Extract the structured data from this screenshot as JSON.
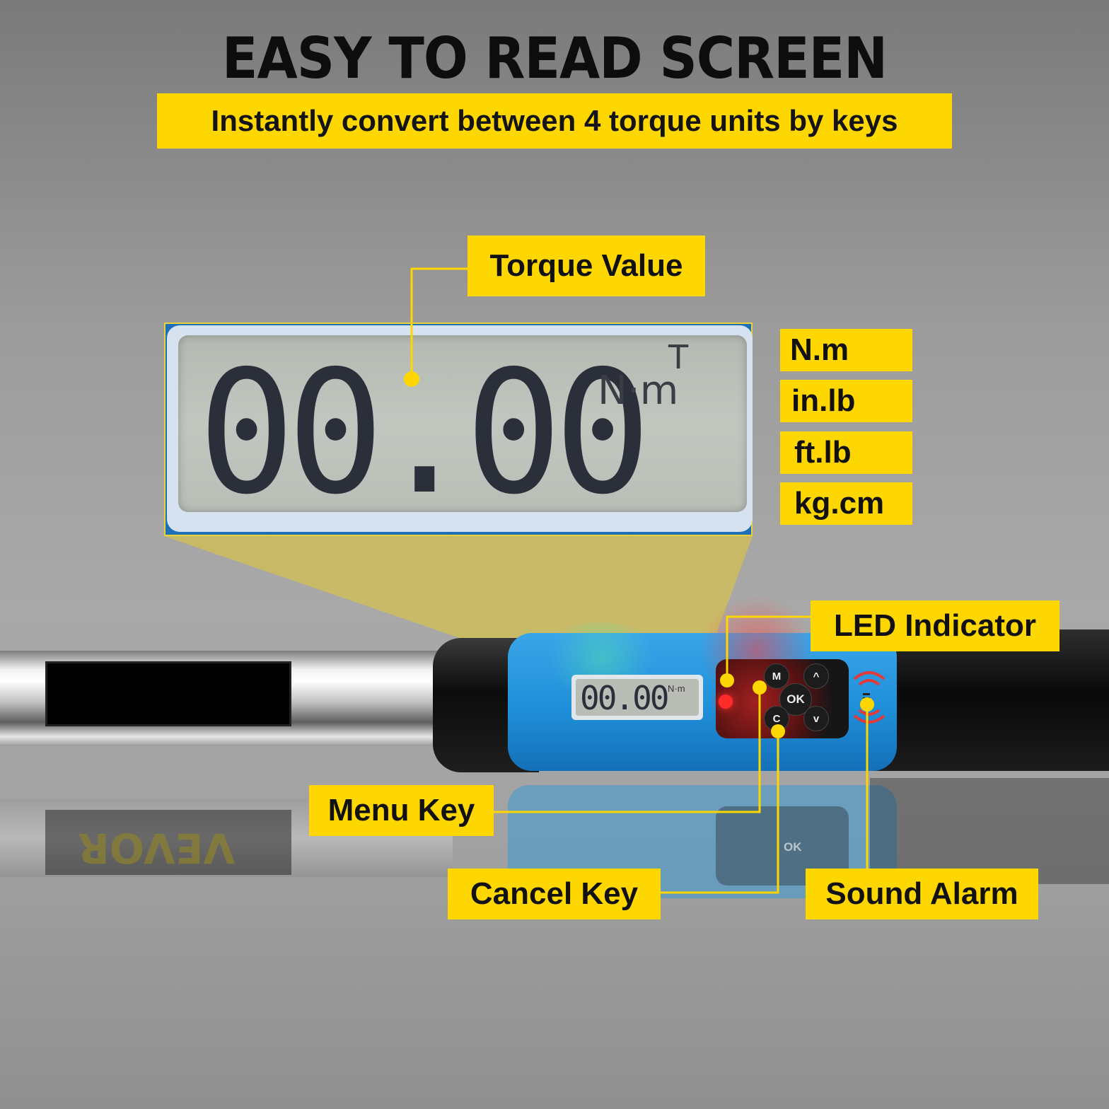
{
  "headline": "EASY TO READ SCREEN",
  "subtitle": "Instantly convert between 4 torque units by keys",
  "callouts": {
    "torque_value": "Torque Value",
    "led_indicator": "LED Indicator",
    "menu_key": "Menu Key",
    "cancel_key": "Cancel Key",
    "sound_alarm": "Sound Alarm"
  },
  "units": [
    "N.m",
    "in.lb",
    "ft.lb",
    "kg.cm"
  ],
  "display": {
    "reading": "00.00",
    "unit": "N·m",
    "indicator": "T"
  },
  "device": {
    "small_reading": "00.00",
    "small_unit": "N·m",
    "keys": {
      "menu": "M",
      "cancel": "C",
      "ok": "OK",
      "up": "^",
      "down": "v"
    },
    "reflection_logo": "VEVOR",
    "reflection_ok": "OK"
  },
  "colors": {
    "label_yellow": "#ffd700",
    "device_blue": "#1f8fd9",
    "led_red": "#ff2a2a"
  }
}
